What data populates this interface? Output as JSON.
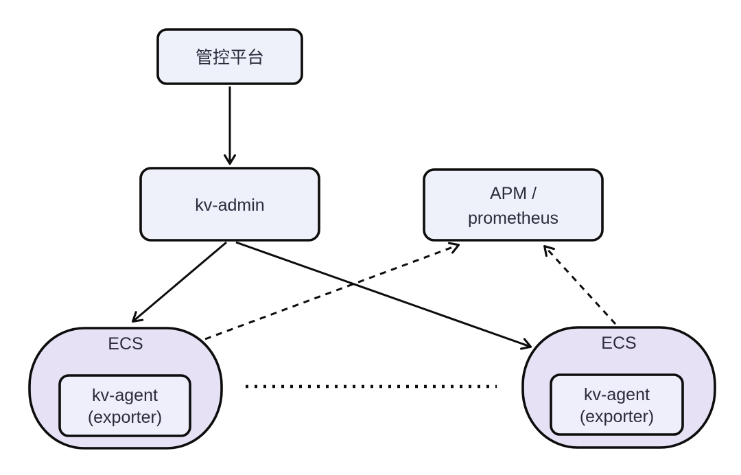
{
  "diagram": {
    "type": "architecture-diagram",
    "background": "#ffffff",
    "colors": {
      "node_fill": "#eef1fa",
      "inner_node_fill": "#eeeffb",
      "ecs_fill": "#e6e1f5",
      "border": "#0d0d0d",
      "text": "#2b2b3c"
    },
    "nodes": {
      "management_platform": {
        "label": "管控平台"
      },
      "kv_admin": {
        "label": "kv-admin"
      },
      "apm": {
        "label_line1": "APM /",
        "label_line2": "prometheus"
      },
      "ecs_left": {
        "label": "ECS",
        "agent_line1": "kv-agent",
        "agent_line2": "(exporter)"
      },
      "ecs_right": {
        "label": "ECS",
        "agent_line1": "kv-agent",
        "agent_line2": "(exporter)"
      }
    },
    "edges": [
      {
        "from": "management_platform",
        "to": "kv_admin",
        "style": "solid-arrow"
      },
      {
        "from": "kv_admin",
        "to": "ecs_left",
        "style": "solid-arrow"
      },
      {
        "from": "kv_admin",
        "to": "ecs_right",
        "style": "solid-arrow"
      },
      {
        "from": "ecs_left",
        "to": "apm",
        "style": "dashed-arrow"
      },
      {
        "from": "ecs_right",
        "to": "apm",
        "style": "dashed-arrow"
      },
      {
        "from": "ecs_left",
        "to": "ecs_right",
        "style": "dotted-line"
      }
    ]
  }
}
